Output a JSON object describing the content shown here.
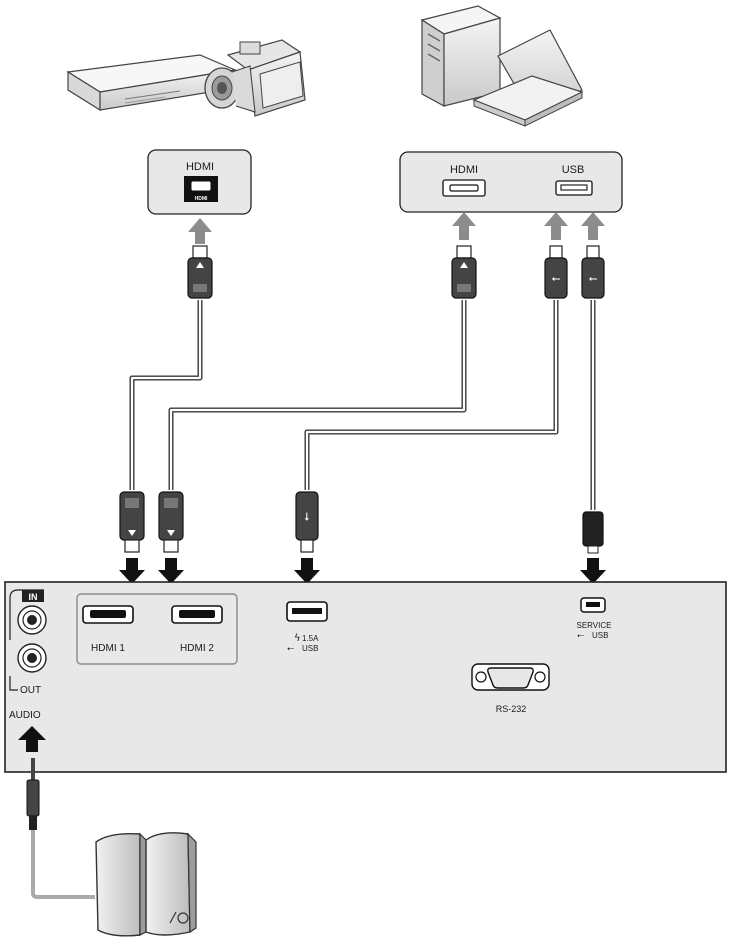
{
  "source_box_1": {
    "hdmi_label": "HDMI",
    "port_text": "HDMI"
  },
  "source_box_2": {
    "hdmi_label": "HDMI",
    "usb_label": "USB"
  },
  "projector": {
    "audio_in_label": "IN",
    "audio_out_label": "OUT",
    "audio_label": "AUDIO",
    "hdmi1_label": "HDMI 1",
    "hdmi2_label": "HDMI 2",
    "usb_power_label": "1.5A",
    "usb_label": "USB",
    "service_label": "SERVICE",
    "service_usb_label": "USB",
    "rs232_label": "RS-232"
  },
  "colors": {
    "panel_fill": "#e8e8e8",
    "panel_stroke": "#222222",
    "arrow_gray": "#8c8c8c",
    "arrow_black": "#111111",
    "cable_gray": "#9a9a9a",
    "connector_dark": "#333333"
  },
  "icons": [
    "dvd-player-icon",
    "camcorder-icon",
    "desktop-tower-icon",
    "laptop-icon",
    "speakers-icon",
    "usb-symbol-icon",
    "lightning-icon"
  ]
}
